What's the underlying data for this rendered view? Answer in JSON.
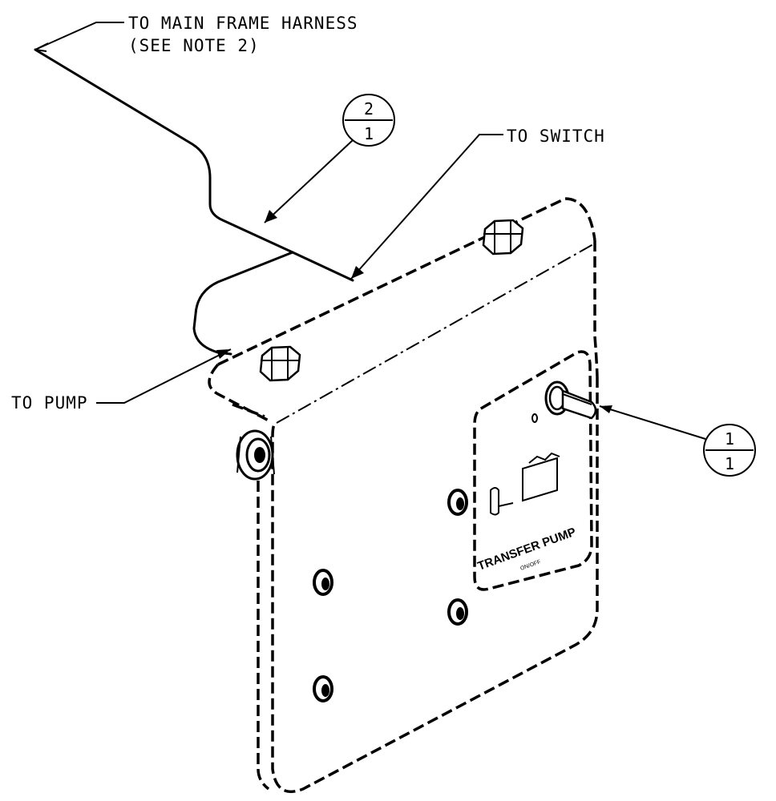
{
  "labels": {
    "main_harness_line1": "TO MAIN FRAME HARNESS",
    "main_harness_line2": "(SEE NOTE 2)",
    "to_switch": "TO SWITCH",
    "to_pump": "TO PUMP"
  },
  "balloons": [
    {
      "id": "balloon-2-1",
      "top": "2",
      "bottom": "1"
    },
    {
      "id": "balloon-1-1",
      "top": "1",
      "bottom": "1"
    }
  ],
  "decal": {
    "text": "TRANSFER PUMP",
    "small_text": "ON/OFF"
  }
}
